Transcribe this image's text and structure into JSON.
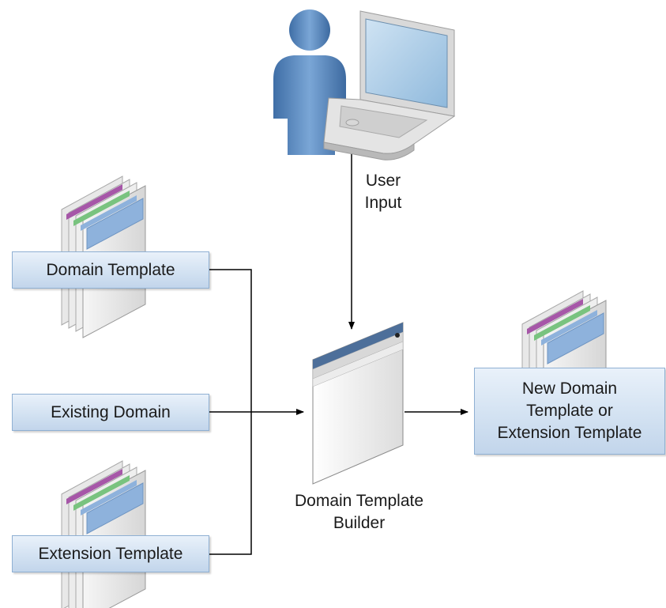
{
  "diagram": {
    "user_input": {
      "line1": "User",
      "line2": "Input"
    },
    "sources": {
      "domain_template": "Domain Template",
      "existing_domain": "Existing Domain",
      "extension_template": "Extension Template"
    },
    "builder": {
      "line1": "Domain Template",
      "line2": "Builder"
    },
    "output": {
      "line1": "New Domain",
      "line2": "Template or",
      "line3": "Extension Template"
    }
  },
  "colors": {
    "box_fill": "#d3e2f2",
    "box_border": "#8fb0d3",
    "stripe_purple": "#a657a8",
    "stripe_green": "#79c37f",
    "stripe_blue": "#8eb2dc",
    "person": "#5f8fc2"
  },
  "icons": [
    "user-icon",
    "laptop-icon",
    "document-stack-icon",
    "window-icon"
  ]
}
